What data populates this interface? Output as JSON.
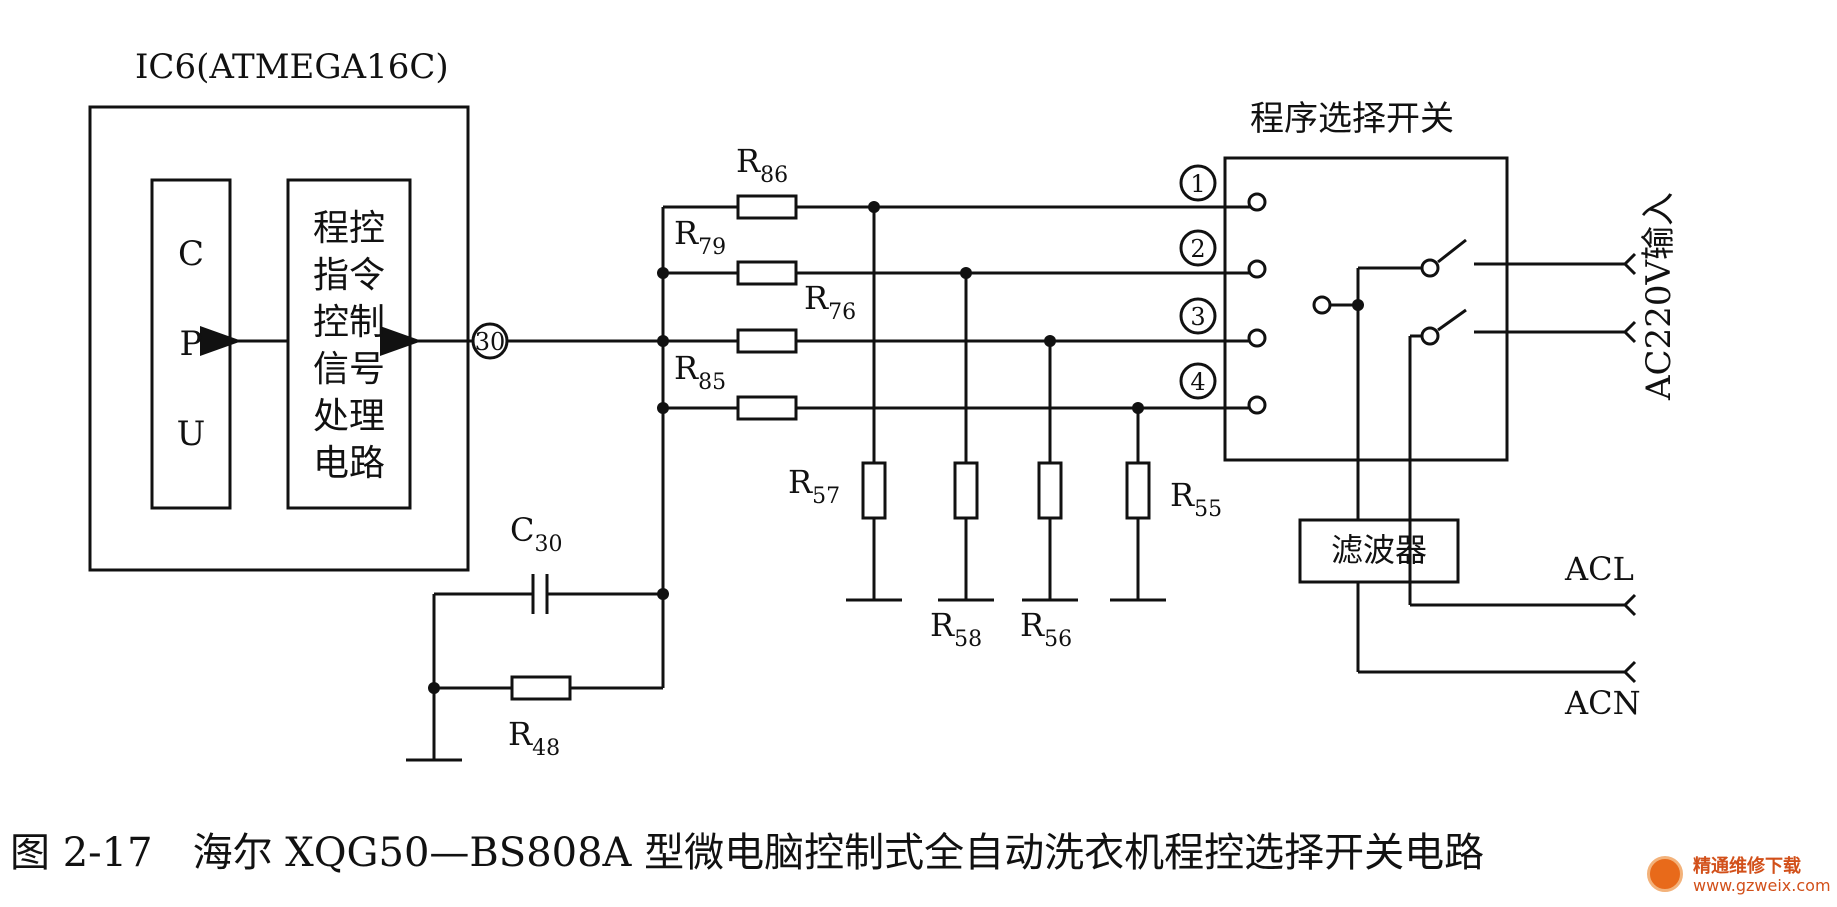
{
  "ic": {
    "title": "IC6(ATMEGA16C)",
    "cpu_letters": [
      "C",
      "P",
      "U"
    ],
    "processor_lines": [
      "程控",
      "指令",
      "控制",
      "信号",
      "处理",
      "电路"
    ],
    "pin": "30"
  },
  "switch": {
    "title": "程序选择开关",
    "terminals": [
      "1",
      "2",
      "3",
      "4"
    ]
  },
  "components": {
    "series_resistors": [
      {
        "base": "R",
        "sub": "86"
      },
      {
        "base": "R",
        "sub": "79"
      },
      {
        "base": "R",
        "sub": "76"
      },
      {
        "base": "R",
        "sub": "85"
      }
    ],
    "shunt_resistors": [
      {
        "base": "R",
        "sub": "57"
      },
      {
        "base": "R",
        "sub": "58"
      },
      {
        "base": "R",
        "sub": "56"
      },
      {
        "base": "R",
        "sub": "55"
      }
    ],
    "capacitor": {
      "base": "C",
      "sub": "30"
    },
    "feedback_resistor": {
      "base": "R",
      "sub": "48"
    }
  },
  "power": {
    "filter": "滤波器",
    "ac_input": "AC220V输入",
    "acl": "ACL",
    "acn": "ACN"
  },
  "caption": {
    "figure": "图 2-17",
    "text": "海尔 XQG50—BS808A 型微电脑控制式全自动洗衣机程控选择开关电路"
  },
  "watermark": {
    "line1": "精通维修下载",
    "line2": "www.gzweix.com"
  }
}
